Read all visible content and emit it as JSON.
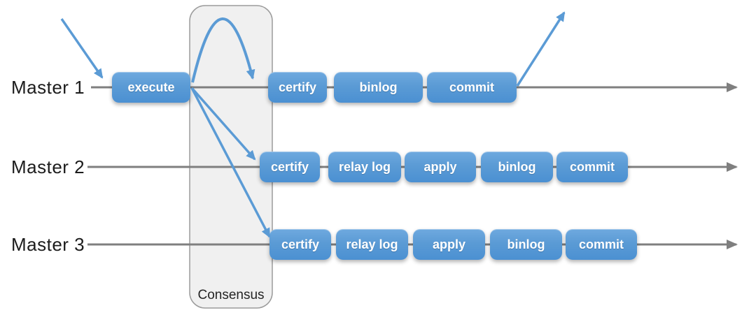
{
  "diagram": {
    "consensus": {
      "label": "Consensus"
    },
    "rows": [
      {
        "label": "Master 1",
        "boxes": [
          "execute",
          "certify",
          "binlog",
          "commit"
        ]
      },
      {
        "label": "Master 2",
        "boxes": [
          "certify",
          "relay log",
          "apply",
          "binlog",
          "commit"
        ]
      },
      {
        "label": "Master 3",
        "boxes": [
          "certify",
          "relay log",
          "apply",
          "binlog",
          "commit"
        ]
      }
    ],
    "colors": {
      "box_blue": "#5b9bd5",
      "arrow_blue": "#5b9bd5",
      "timeline_gray": "#7f7f7f",
      "consensus_fill": "#f0f0f0",
      "consensus_border": "#9b9b9b"
    }
  }
}
